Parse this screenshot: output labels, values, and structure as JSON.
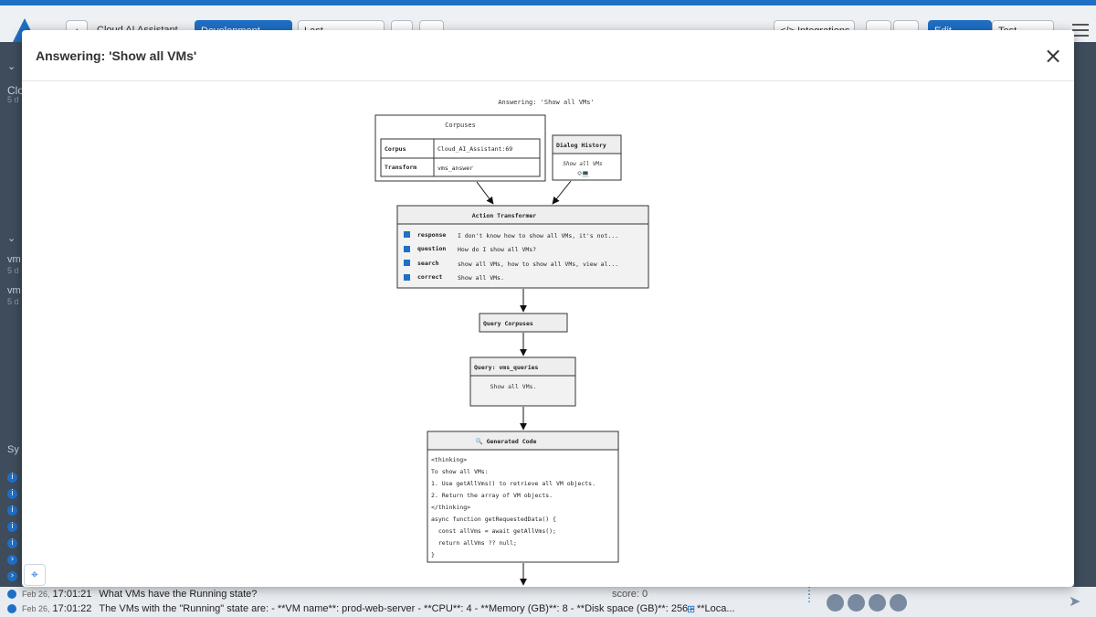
{
  "app": {
    "back_label": "‹",
    "title": "Cloud AI Assistant",
    "environment_label": "Development",
    "select_label": "Last",
    "integrations_label": "</> Integrations",
    "edit_label": "Edit",
    "test_label": "Test"
  },
  "sidebar": {
    "clo_label": "Clo",
    "clo_sub": "5 d",
    "vm1_label": "vm",
    "vm1_sub": "5 d",
    "vm2_label": "vm",
    "vm2_sub": "5 d",
    "sy_label": "Sy"
  },
  "modal": {
    "title": "Answering: 'Show all VMs'",
    "close_icon": "×"
  },
  "diagram": {
    "header": "Answering: 'Show all VMs'",
    "corpuses": {
      "title": "Corpuses",
      "rows": [
        {
          "label": "Corpus",
          "value": "Cloud_AI_Assistant:69"
        },
        {
          "label": "Transform",
          "value": "vms_answer"
        }
      ]
    },
    "dialog_history": {
      "title": "Dialog History",
      "text": "Show all VMs",
      "icons": "☺💻"
    },
    "action_transformer": {
      "title": "Action Transformer",
      "rows": [
        {
          "key": "response",
          "value": "I don't know how to show all VMs, it's not..."
        },
        {
          "key": "question",
          "value": "How do I show all VMs?"
        },
        {
          "key": "search",
          "value": "show all VMs, how to show all VMs, view al..."
        },
        {
          "key": "correct",
          "value": "Show all VMs."
        }
      ]
    },
    "query_corpuses": {
      "title": "Query Corpuses"
    },
    "query_vms": {
      "title": "Query: vms_queries",
      "text": "Show all VMs."
    },
    "generated_code": {
      "title": "🔍 Generated Code",
      "lines": [
        "<thinking>",
        "To show all VMs:",
        "1. Use getAllVms() to retrieve all VM objects.",
        "2. Return the array of VM objects.",
        "</thinking>",
        "async function getRequestedData() {",
        "  const allVms = await getAllVms();",
        "  return allVms ?? null;",
        "}"
      ]
    }
  },
  "log": [
    {
      "date": "Feb 26,",
      "time": "17:01:21",
      "text": "What VMs have the Running state?",
      "score": "score: 0"
    },
    {
      "date": "Feb 26,",
      "time": "17:01:22",
      "text": "The VMs with the \"Running\" state are: - **VM name**: prod-web-server - **CPU**: 4 - **Memory (GB)**: 8 - **Disk space (GB)**: 256 - **Loca..."
    }
  ],
  "colors": {
    "accent": "#1f6fc5",
    "box_header": "#eeeeee",
    "box_border": "#333333"
  }
}
